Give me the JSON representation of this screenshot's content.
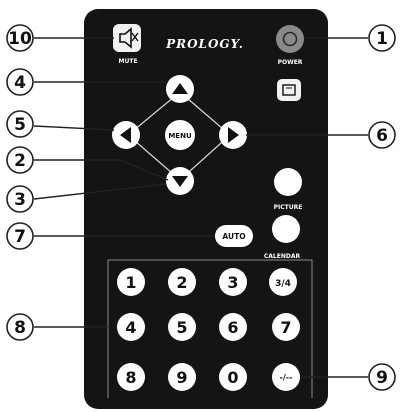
{
  "brand": "PROLOGY.",
  "labels": {
    "mute": "MUTE",
    "power": "POWER",
    "menu": "MENU",
    "picture": "PICTURE",
    "calendar": "CALENDAR",
    "auto": "AUTO",
    "numpad": [
      "1",
      "2",
      "3",
      "4",
      "5",
      "6",
      "8",
      "9",
      "0"
    ],
    "toggle": "3/4",
    "seven_right": "7",
    "dash": "-/--"
  },
  "callouts": [
    "1",
    "2",
    "3",
    "4",
    "5",
    "6",
    "7",
    "8",
    "9",
    "10"
  ],
  "colors": {
    "body": "#141414",
    "button_white": "#ffffff",
    "power_button": "#8a8a8a",
    "callout_line": "#222222"
  }
}
